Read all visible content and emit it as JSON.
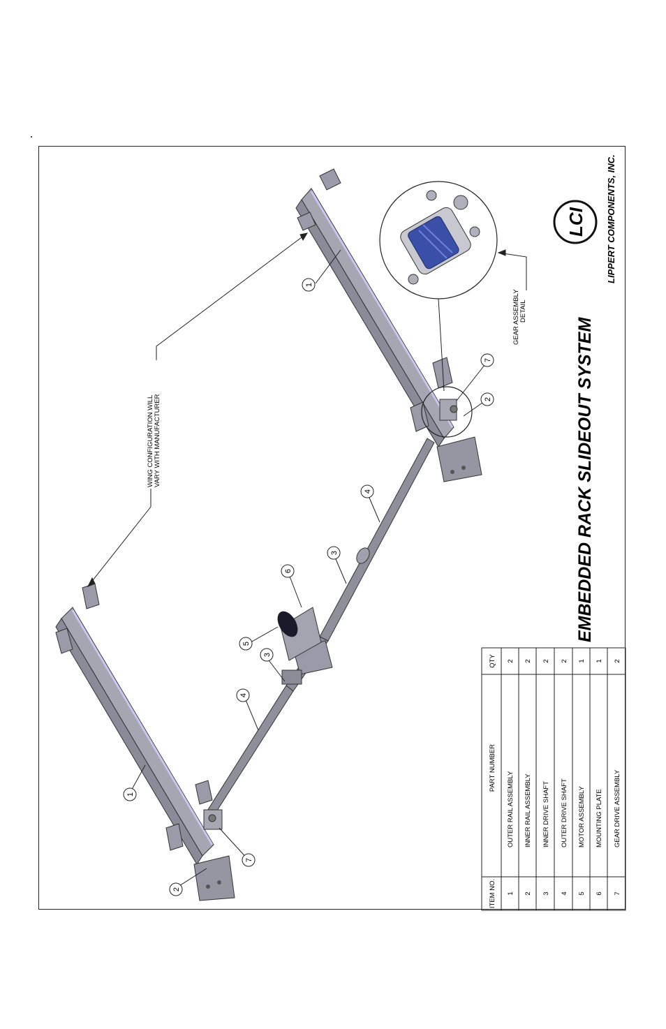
{
  "title": "EMBEDDED RACK SLIDEOUT SYSTEM",
  "company": "LIPPERT COMPONENTS, INC.",
  "logo_text": "LCI",
  "notes": {
    "wing_line1": "WING CONFIGURATION WILL",
    "wing_line2": "VARY WITH MANUFACTURER",
    "detail_line1": "GEAR ASSEMBLY",
    "detail_line2": "DETAIL"
  },
  "bom": {
    "headers": [
      "ITEM NO.",
      "PART NUMBER",
      "QTY"
    ],
    "rows": [
      {
        "item": "1",
        "part": "OUTER RAIL ASSEMBLY",
        "qty": "2"
      },
      {
        "item": "2",
        "part": "INNER RAIL ASSEMBLY",
        "qty": "2"
      },
      {
        "item": "3",
        "part": "INNER DRIVE SHAFT",
        "qty": "2"
      },
      {
        "item": "4",
        "part": "OUTER DRIVE SHAFT",
        "qty": "2"
      },
      {
        "item": "5",
        "part": "MOTOR ASSEMBLY",
        "qty": "1"
      },
      {
        "item": "6",
        "part": "MOUNTING PLATE",
        "qty": "1"
      },
      {
        "item": "7",
        "part": "GEAR DRIVE ASSEMBLY",
        "qty": "2"
      }
    ]
  },
  "balloons": [
    "1",
    "1",
    "2",
    "2",
    "3",
    "3",
    "4",
    "4",
    "5",
    "6",
    "7",
    "7"
  ],
  "colors": {
    "rail": "#9c9ca8",
    "rail_highlight": "#b8b8e8",
    "gear": "#3a4fa8",
    "motor": "#1a1a2a",
    "line": "#222222"
  }
}
